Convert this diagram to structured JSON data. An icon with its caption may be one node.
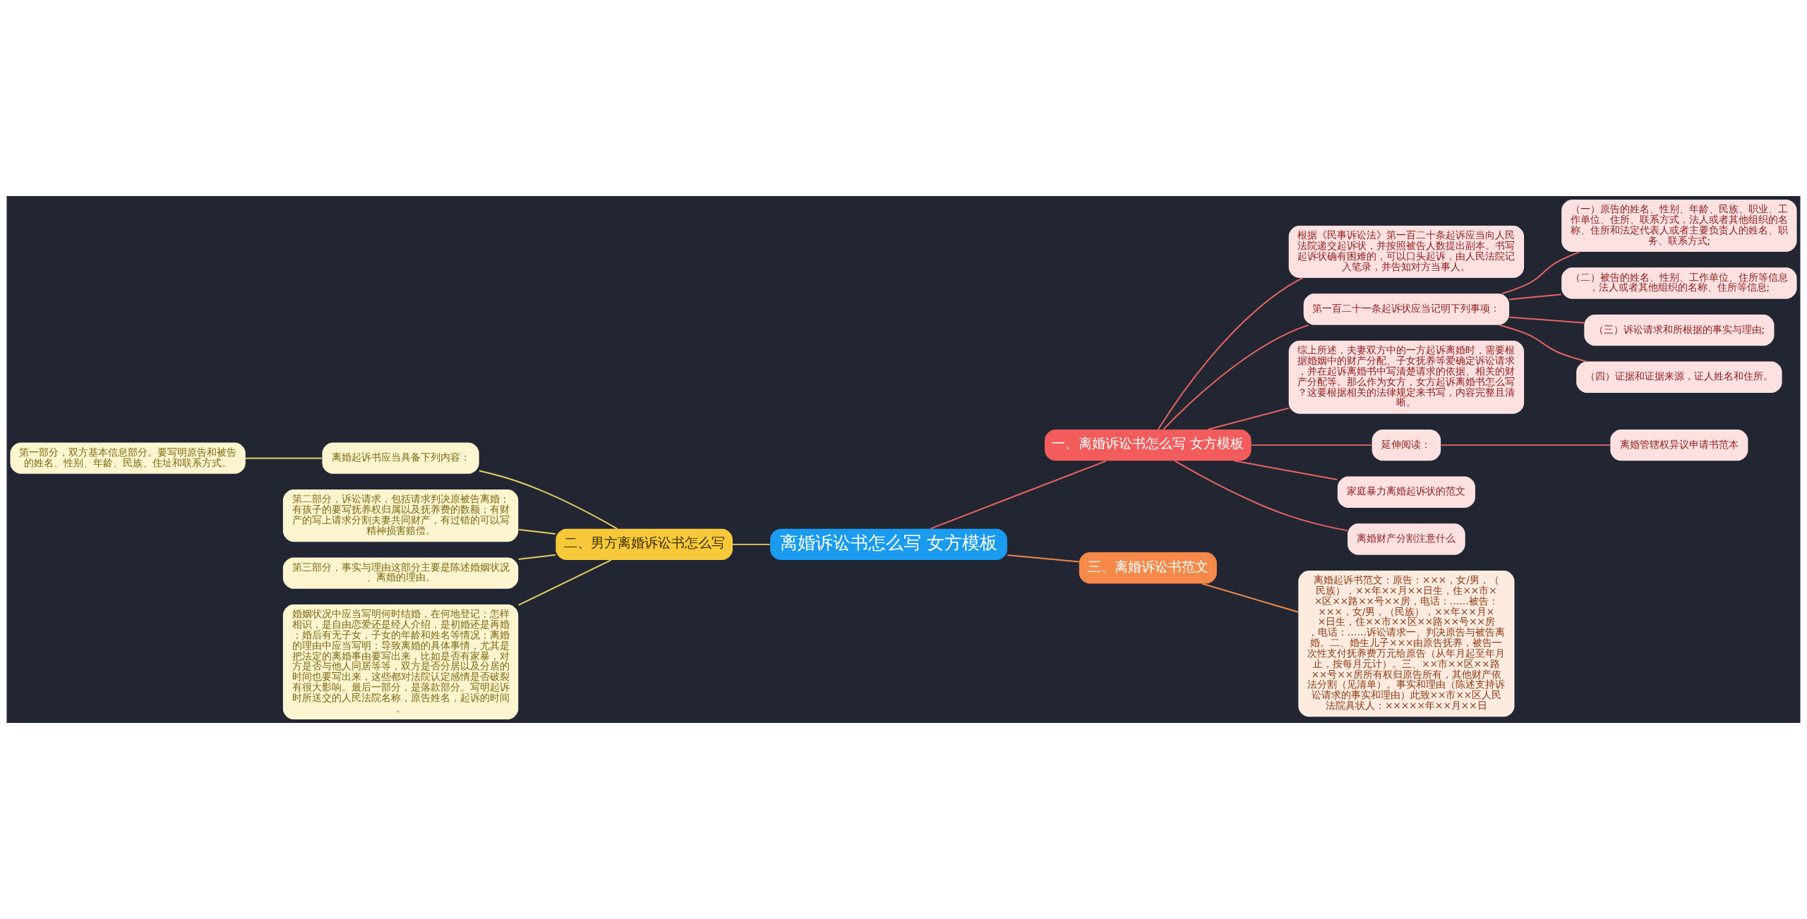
{
  "diagram": {
    "nodes": [
      {
        "text": [
          "离婚诉讼书怎么写 女方模板"
        ]
      },
      {
        "text": [
          "一、离婚诉讼书怎么写 女方模板"
        ]
      },
      {
        "text": [
          "根据《民事诉讼法》第一百二十条起诉应当向人民法院递交起诉状，并按照被告人数提出副本。书写起诉状确有困难的，可以口头起诉，由人民法院记入笔录，并告知对方当事人。"
        ]
      },
      {
        "text": [
          "第一百二十一条起诉状应当记明下列事项："
        ]
      },
      {
        "text": [
          "（一）原告的姓名、性别、年龄、民族、职业、工作单位、住所、联系方式，法人或者其他组织的名称、住所和法定代表人或者主要负责人的姓名、职务、联系方式;"
        ]
      },
      {
        "text": [
          "（二）被告的姓名、性别、工作单位、住所等信息，法人或者其他组织的名称、住所等信息;"
        ]
      },
      {
        "text": [
          "（三）诉讼请求和所根据的事实与理由;"
        ]
      },
      {
        "text": [
          "（四）证据和证据来源，证人姓名和住所。"
        ]
      },
      {
        "text": [
          "综上所述，夫妻双方中的一方起诉离婚时，需要根据婚姻中的财产分配、子女抚养等爱确定诉讼请求，并在起诉离婚书中写清楚请求的依据、相关的财产分配等。那么作为女方，女方起诉离婚书怎么写？这要根据相关的法律规定来书写，内容完整且清晰。"
        ]
      },
      {
        "text": [
          "延伸阅读："
        ]
      },
      {
        "text": [
          "离婚管辖权异议申请书范本"
        ]
      },
      {
        "text": [
          "家庭暴力离婚起诉状的范文"
        ]
      },
      {
        "text": [
          "离婚财产分割注意什么"
        ]
      },
      {
        "text": [
          "二、男方离婚诉讼书怎么写"
        ]
      },
      {
        "text": [
          "离婚起诉书应当具备下列内容："
        ]
      },
      {
        "text": [
          "第一部分，双方基本信息部分。要写明原告和被告的姓名、性别、年龄、民族、住址和联系方式。"
        ]
      },
      {
        "text": [
          "第二部分，诉讼请求，包括请求判决原被告离婚；有孩子的要写抚养权归属以及抚养费的数额；有财产的写上请求分割夫妻共同财产，有过错的可以写精神损害赔偿。"
        ]
      },
      {
        "text": [
          "第三部分，事实与理由这部分主要是陈述婚姻状况、离婚的理由。"
        ]
      },
      {
        "text": [
          "婚姻状况中应当写明何时结婚，在何地登记；怎样相识，是自由恋爱还是经人介绍，是初婚还是再婚；婚后有无子女，子女的年龄和姓名等情况；离婚的理由中应当写明：导致离婚的具体事情，尤其是把法定的离婚事由要写出来，比如是否有家暴，对方是否与他人同居等等，双方是否分居以及分居的时间也要写出来，这些都对法院认定感情是否破裂有很大影响。最后一部分，是落款部分。写明起诉时所送交的人民法院名称，原告姓名，起诉的时间。"
        ]
      },
      {
        "text": [
          "三、离婚诉讼书范文"
        ]
      },
      {
        "text": [
          "离婚起诉书范文：原告：×××，女/男，（民族），××年××月××日生，住××市××区××路××号××房，电话：……被告：×××，女/男，（民族），××年××月××日生，住××市××区××路××号××房，电话：……诉讼请求一、判决原告与被告离婚。二、婚生儿子×××由原告抚养，被告一次性支付抚养费万元给原告（从年月起至年月止，按每月元计）。三、××市××区××路××号××房所有权归原告所有，其他财产依法分割（见清单）。事实和理由（陈述支持诉讼请求的事实和理由）此致××市××区人民法院具状人：×××××年××月××日"
        ]
      }
    ],
    "edges": [
      {
        "from": 0,
        "to": 1,
        "arrow": "none"
      },
      {
        "from": 1,
        "to": 2,
        "arrow": "none"
      },
      {
        "from": 1,
        "to": 3,
        "arrow": "none"
      },
      {
        "from": 3,
        "to": 4,
        "arrow": "none"
      },
      {
        "from": 3,
        "to": 5,
        "arrow": "none"
      },
      {
        "from": 3,
        "to": 6,
        "arrow": "none"
      },
      {
        "from": 3,
        "to": 7,
        "arrow": "none"
      },
      {
        "from": 1,
        "to": 8,
        "arrow": "none"
      },
      {
        "from": 1,
        "to": 9,
        "arrow": "none"
      },
      {
        "from": 9,
        "to": 10,
        "arrow": "none"
      },
      {
        "from": 1,
        "to": 11,
        "arrow": "none"
      },
      {
        "from": 1,
        "to": 12,
        "arrow": "none"
      },
      {
        "from": 0,
        "to": 13,
        "arrow": "none",
        "color": "#e8cf62"
      },
      {
        "from": 13,
        "to": 14,
        "arrow": "none",
        "color": "#e8cf62"
      },
      {
        "from": 14,
        "to": 15,
        "arrow": "none",
        "color": "#e8cf62"
      },
      {
        "from": 13,
        "to": 16,
        "arrow": "none",
        "color": "#e8cf62"
      },
      {
        "from": 13,
        "to": 17,
        "arrow": "none",
        "color": "#e8cf62"
      },
      {
        "from": 13,
        "to": 18,
        "arrow": "none",
        "color": "#e8cf62"
      },
      {
        "from": 0,
        "to": 19,
        "arrow": "none",
        "color": "#f08a4b"
      },
      {
        "from": 19,
        "to": 20,
        "arrow": "none",
        "color": "#f08a4b"
      }
    ]
  }
}
